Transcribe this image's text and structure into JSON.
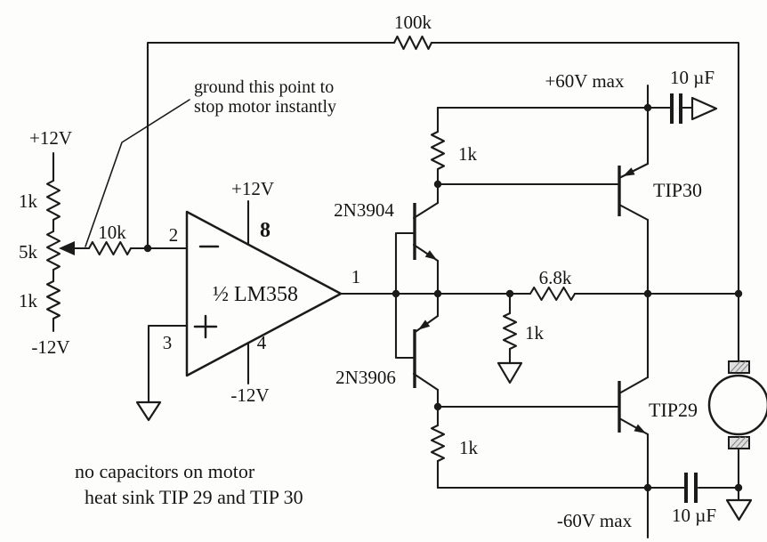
{
  "colors": {
    "ink": "#1b1b1b",
    "paper": "#fdfdfc"
  },
  "feedback": {
    "resistor": "100k"
  },
  "divider": {
    "supply_pos": "+12V",
    "r_top": "1k",
    "pot": "5k",
    "r_bottom": "1k",
    "supply_neg": "-12V",
    "series_resistor": "10k"
  },
  "annotation": {
    "line1": "ground this point to",
    "line2": "stop motor instantly"
  },
  "opamp": {
    "label": "½ LM358",
    "pin_inverting": "2",
    "pin_noninverting": "3",
    "pin_supply_pos": "8",
    "pin_supply_neg": "4",
    "pin_output": "1",
    "supply_pos": "+12V",
    "supply_neg": "-12V"
  },
  "driver": {
    "npn": "2N3904",
    "pnp": "2N3906",
    "pullup": "1k",
    "bias": "1k",
    "pulldown": "1k",
    "feedback_resistor": "6.8k"
  },
  "power": {
    "pnp": "TIP30",
    "npn": "TIP29",
    "rail_pos": "+60V max",
    "rail_neg": "-60V max",
    "cap_top": "10 µF",
    "cap_bottom": "10 µF"
  },
  "note": {
    "line1": "no capacitors on motor",
    "line2": "heat sink TIP 29 and TIP 30"
  }
}
